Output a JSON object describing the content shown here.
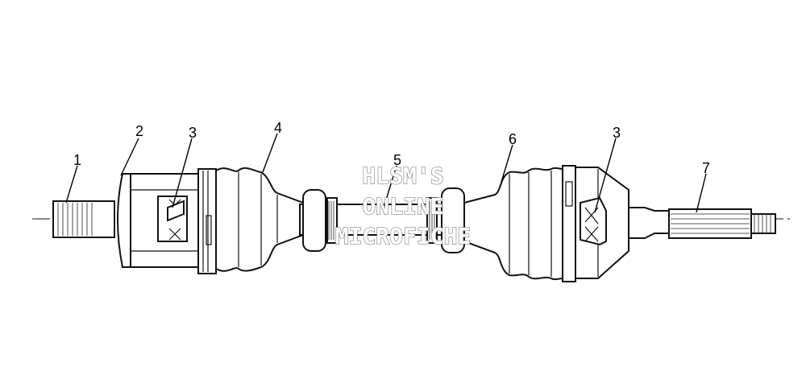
{
  "callouts": [
    {
      "id": "1",
      "label": "1"
    },
    {
      "id": "2",
      "label": "2"
    },
    {
      "id": "3a",
      "label": "3"
    },
    {
      "id": "4",
      "label": "4"
    },
    {
      "id": "5",
      "label": "5"
    },
    {
      "id": "6",
      "label": "6"
    },
    {
      "id": "3b",
      "label": "3"
    },
    {
      "id": "7",
      "label": "7"
    }
  ],
  "watermark": {
    "line1": "HLSM'S",
    "line2": "ONLINE",
    "line3": "MICROFICHE"
  },
  "colors": {
    "line": "#111111",
    "background": "#ffffff",
    "watermark": "#888888"
  }
}
